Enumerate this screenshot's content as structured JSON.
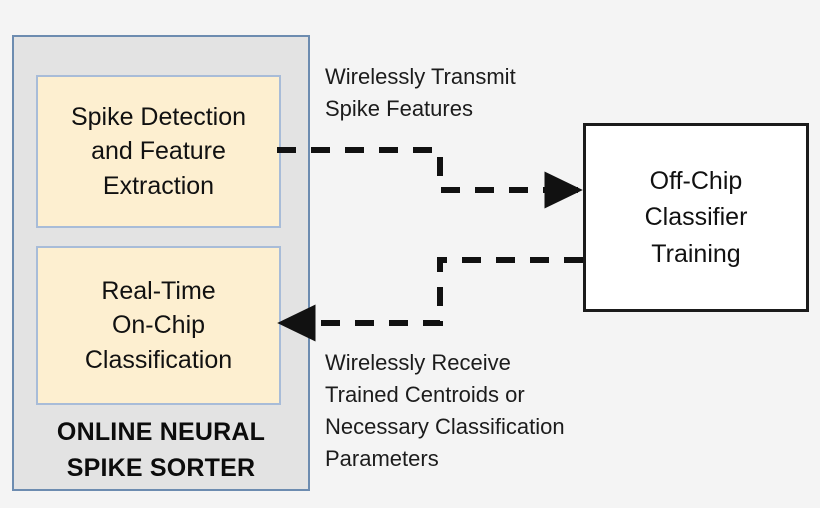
{
  "diagram": {
    "background_color": "#f4f4f4",
    "sorter": {
      "caption_line1": "ONLINE NEURAL",
      "caption_line2": "SPIKE SORTER",
      "fill_color": "#e3e3e3",
      "border_color": "#6d8cb0",
      "boxes": [
        {
          "name": "spike-detection-box",
          "lines": [
            "Spike Detection",
            "and Feature",
            "Extraction"
          ],
          "fill_color": "#fdefd0",
          "border_color": "#a8bcd8"
        },
        {
          "name": "realtime-classification-box",
          "lines": [
            "Real-Time",
            "On-Chip",
            "Classification"
          ],
          "fill_color": "#fdefd0",
          "border_color": "#a8bcd8"
        }
      ]
    },
    "offchip": {
      "name": "off-chip-classifier-training-box",
      "lines": [
        "Off-Chip",
        "Classifier",
        "Training"
      ],
      "fill_color": "#ffffff",
      "border_color": "#1b1b1b"
    },
    "annotations": [
      {
        "name": "wirelessly-transmit-label",
        "lines": [
          "Wirelessly Transmit",
          "Spike Features"
        ]
      },
      {
        "name": "wirelessly-receive-label",
        "lines": [
          "Wirelessly Receive",
          "Trained Centroids or",
          "Necessary Classification",
          "Parameters"
        ]
      }
    ],
    "arrows": [
      {
        "name": "transmit-arrow",
        "direction": "left-to-right",
        "style": "dashed",
        "color": "#111111"
      },
      {
        "name": "receive-arrow",
        "direction": "right-to-left",
        "style": "dashed",
        "color": "#111111"
      }
    ]
  }
}
